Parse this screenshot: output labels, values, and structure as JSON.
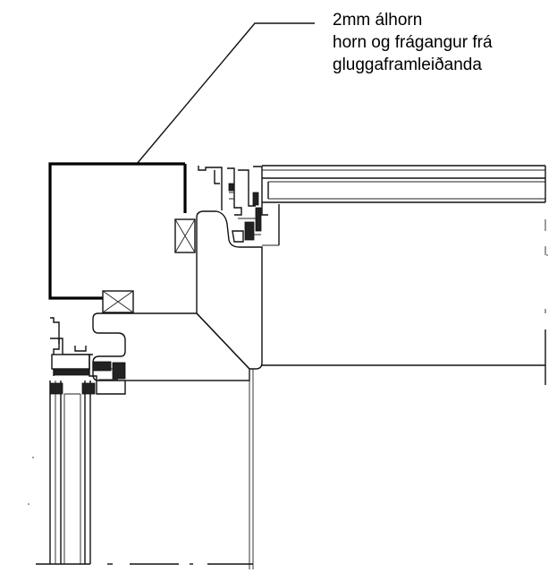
{
  "annotation": {
    "lines": [
      "2mm álhorn",
      "horn og frágangur frá",
      "gluggaframleiðanda"
    ]
  },
  "colors": {
    "line": "#111111",
    "background": "#ffffff"
  }
}
